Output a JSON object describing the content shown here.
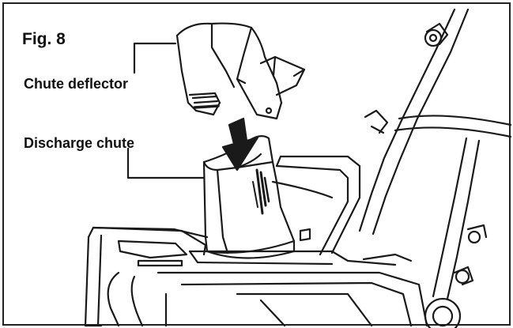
{
  "figure": {
    "number_label": "Fig. 8",
    "parts": {
      "chute_deflector": "Chute deflector",
      "discharge_chute": "Discharge chute"
    }
  }
}
